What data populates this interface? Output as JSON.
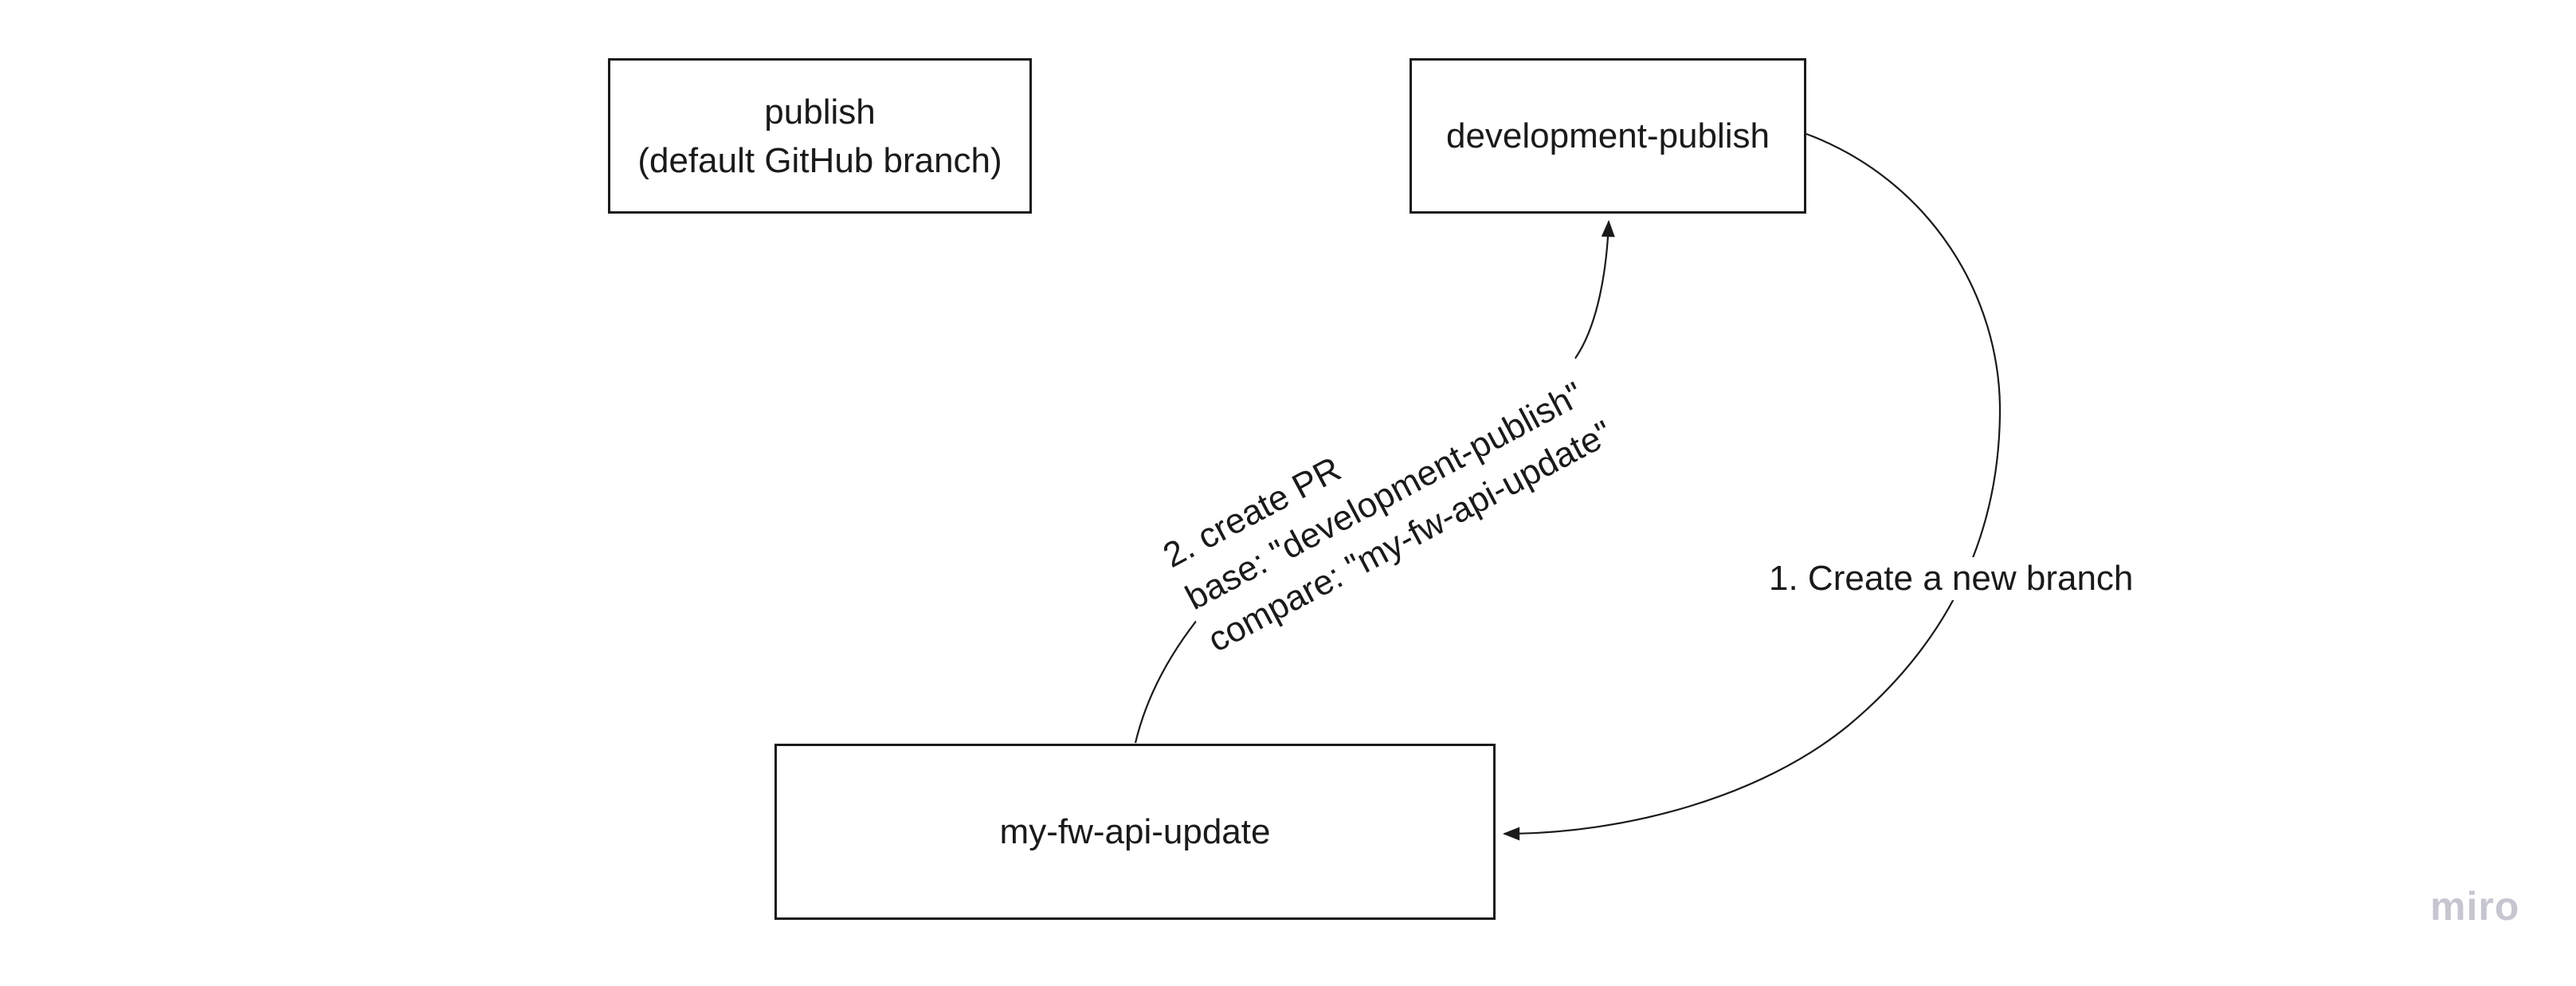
{
  "diagram": {
    "nodes": {
      "publish": {
        "label": "publish",
        "sublabel": "(default GitHub branch)"
      },
      "development_publish": {
        "label": "development-publish"
      },
      "my_fw_api_update": {
        "label": "my-fw-api-update"
      }
    },
    "connectors": {
      "create_branch": {
        "label": "1. Create a new branch",
        "from": "development-publish",
        "to": "my-fw-api-update"
      },
      "create_pr": {
        "lines": [
          "2. create PR",
          "base: \"development-publish\"",
          "compare: \"my-fw-api-update\""
        ],
        "from": "my-fw-api-update",
        "to": "development-publish"
      }
    }
  },
  "watermark": {
    "label": "miro"
  },
  "colors": {
    "ink": "#1a1a1a",
    "watermark": "#c6c6d1",
    "background": "#ffffff"
  }
}
